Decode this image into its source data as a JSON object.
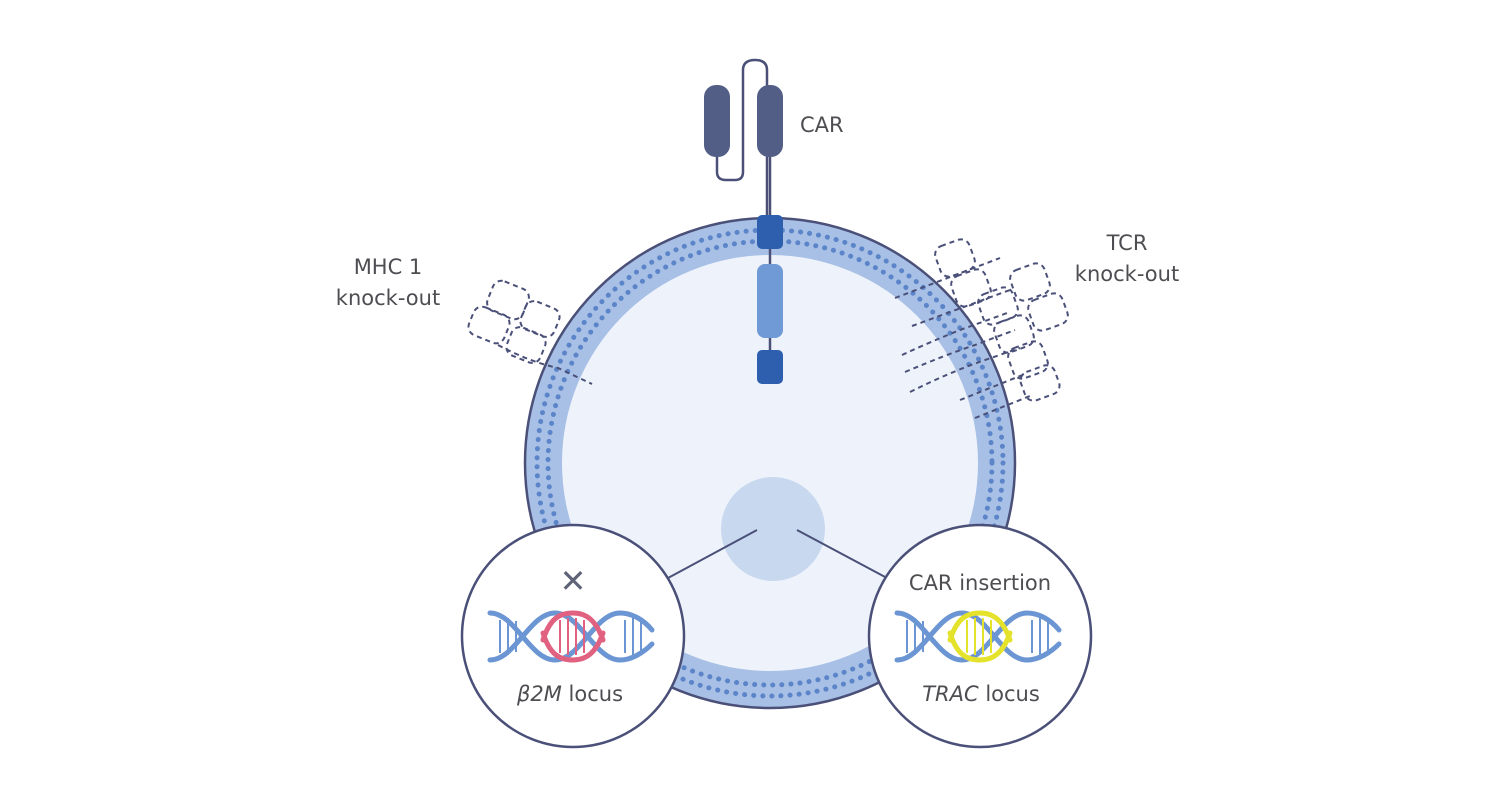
{
  "labels": {
    "car": "CAR",
    "mhc_line1": "MHC 1",
    "mhc_line2": "knock-out",
    "tcr_line1": "TCR",
    "tcr_line2": "knock-out",
    "car_insertion": "CAR insertion",
    "b2m_italic": "β2M",
    "b2m_suffix": " locus",
    "trac_italic": "TRAC",
    "trac_suffix": " locus",
    "knockout_mark": "✕"
  },
  "colors": {
    "outline": "#4a5078",
    "membrane": "#a9c0e6",
    "membrane_dots": "#5b85c8",
    "cytoplasm": "#eef3fb",
    "nucleus": "#c8d8ef",
    "car_dark": "#525e85",
    "transmembrane": "#2e5fae",
    "signaling": "#6f9ad6",
    "dna_blue": "#6b95d3",
    "dna_red": "#e06180",
    "dna_yellow": "#e4e22a",
    "dashed": "#4a5078"
  }
}
